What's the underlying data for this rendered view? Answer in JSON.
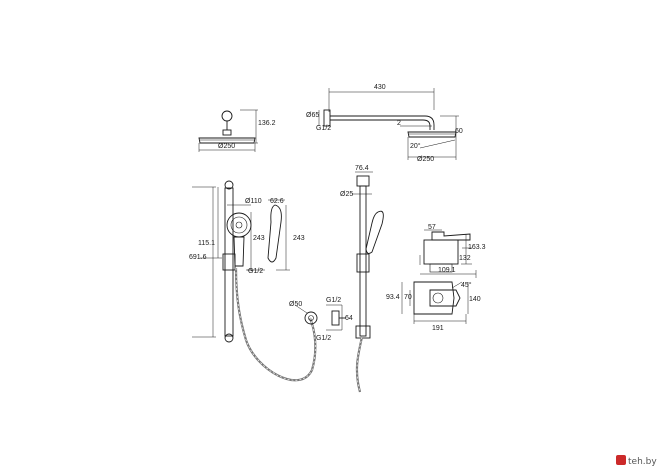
{
  "labels": {
    "top_head_height": "136.2",
    "top_head_diameter": "Ø250",
    "arm_length": "430",
    "arm_d65": "Ø65",
    "arm_thread": "G1/2",
    "arm_gap": "2",
    "arm_drop": "60",
    "arm_angle": "20°",
    "arm_head_diameter": "Ø250",
    "slide_d110": "Ø110",
    "slide_62_6": "62.6",
    "slide_115_1": "115.1",
    "slide_691_6": "691.6",
    "slide_243_a": "243",
    "slide_243_b": "243",
    "slide_thread": "G1/2",
    "elbow_d50": "Ø50",
    "elbow_thread_top": "G1/2",
    "elbow_64": "64",
    "elbow_thread_bottom": "G1/2",
    "rail_76_4": "76.4",
    "rail_d25": "Ø25",
    "mixer_57": "57",
    "mixer_163_3": "163.3",
    "mixer_132": "132",
    "mixer_109_1": "109.1",
    "mixer_45": "45°",
    "mixer_93_4": "93.4",
    "mixer_70": "70",
    "mixer_140": "140",
    "mixer_191": "191",
    "watermark": "teh.by"
  },
  "colors": {
    "line": "#1a1a1a",
    "hose": "#777777",
    "watermark": "#555555",
    "logo": "#cc2a2a"
  }
}
